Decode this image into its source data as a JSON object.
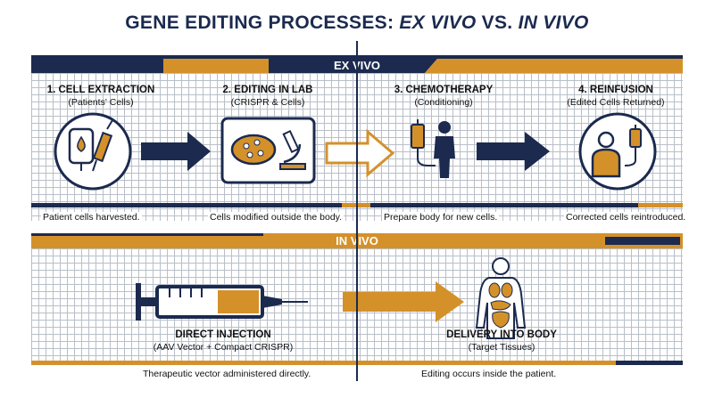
{
  "title": {
    "prefix": "GENE EDITING PROCESSES: ",
    "a": "EX VIVO",
    "mid": " VS. ",
    "b": "IN VIVO"
  },
  "ex_vivo": {
    "label": "EX VIVO",
    "steps": [
      {
        "title": "1. CELL EXTRACTION",
        "sub": "(Patients' Cells)",
        "caption": "Patient cells harvested."
      },
      {
        "title": "2. EDITING IN LAB",
        "sub": "(CRISPR & Cells)",
        "caption": "Cells modified outside the body."
      },
      {
        "title": "3. CHEMOTHERAPY",
        "sub": "(Conditioning)",
        "caption": "Prepare body for new cells."
      },
      {
        "title": "4. REINFUSION",
        "sub": "(Edited Cells Returned)",
        "caption": "Corrected cells reintroduced."
      }
    ]
  },
  "in_vivo": {
    "label": "IN VIVO",
    "steps": [
      {
        "title": "DIRECT INJECTION",
        "sub": "(AAV Vector + Compact CRISPR)",
        "caption": "Therapeutic vector administered directly."
      },
      {
        "title": "DELIVERY INTO BODY",
        "sub": "(Target Tissues)",
        "caption": "Editing occurs inside the patient."
      }
    ]
  },
  "colors": {
    "navy": "#1b2a4e",
    "gold": "#d4912a",
    "grid": "#b9bfc9"
  }
}
